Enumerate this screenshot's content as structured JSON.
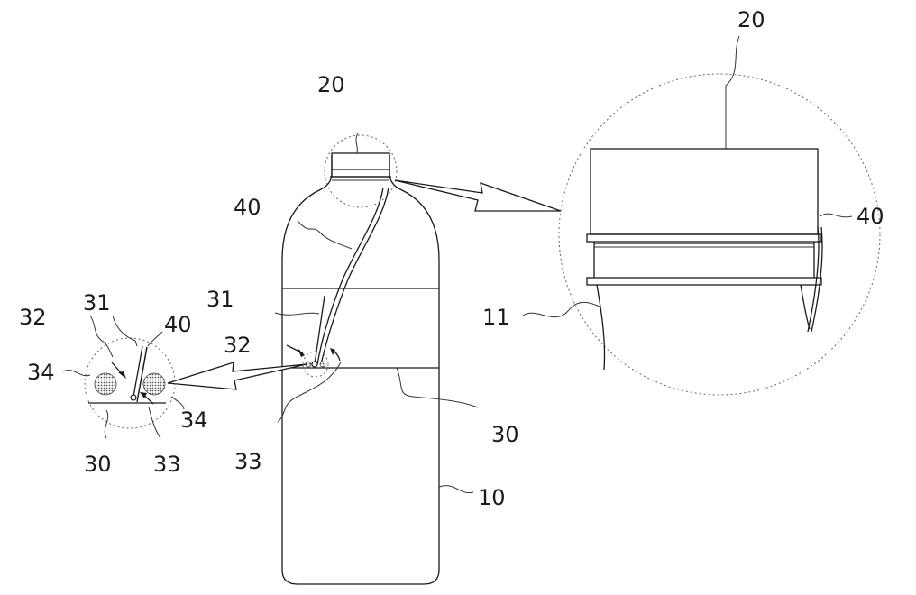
{
  "labels": {
    "cap_main": "20",
    "cap_zoom": "20",
    "tube_main": "40",
    "tube_zoom": "40",
    "tube_detail": "40",
    "neck_zoom": "11",
    "bottle": "10",
    "plate_main": "30",
    "plate_detail": "30",
    "flap_main": "31",
    "flap_detail": "31",
    "arrow_main": "32",
    "arrow_detail": "32",
    "hinge_main": "33",
    "hinge_detail": "33",
    "hole_left": "34",
    "hole_right": "34"
  }
}
